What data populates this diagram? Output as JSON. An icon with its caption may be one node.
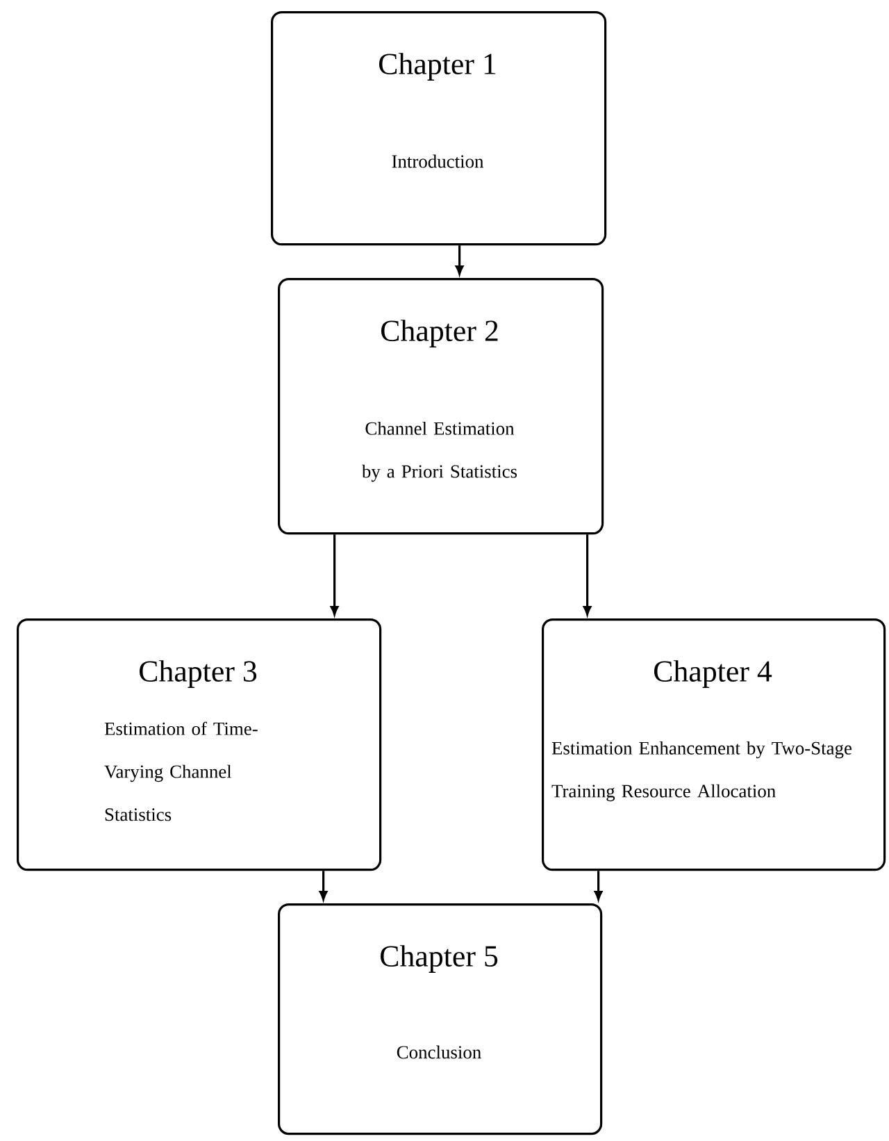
{
  "diagram": {
    "nodes": [
      {
        "text": [
          "Chapter 1",
          "Introduction"
        ]
      },
      {
        "text": [
          "Chapter 2",
          "Channel Estimation by a Priori Statistics"
        ]
      },
      {
        "text": [
          "Chapter 3",
          "Estimation of Time-Varying Channel Statistics"
        ]
      },
      {
        "text": [
          "Chapter 4",
          "Estimation Enhancement by Two-Stage Training Resource Allocation"
        ]
      },
      {
        "text": [
          "Chapter 5",
          "Conclusion"
        ]
      }
    ],
    "edges": [
      {
        "from": 0,
        "to": 1,
        "arrow": "to"
      },
      {
        "from": 1,
        "to": 2,
        "arrow": "to"
      },
      {
        "from": 1,
        "to": 3,
        "arrow": "to"
      },
      {
        "from": 2,
        "to": 4,
        "arrow": "to"
      },
      {
        "from": 3,
        "to": 4,
        "arrow": "to"
      }
    ]
  }
}
